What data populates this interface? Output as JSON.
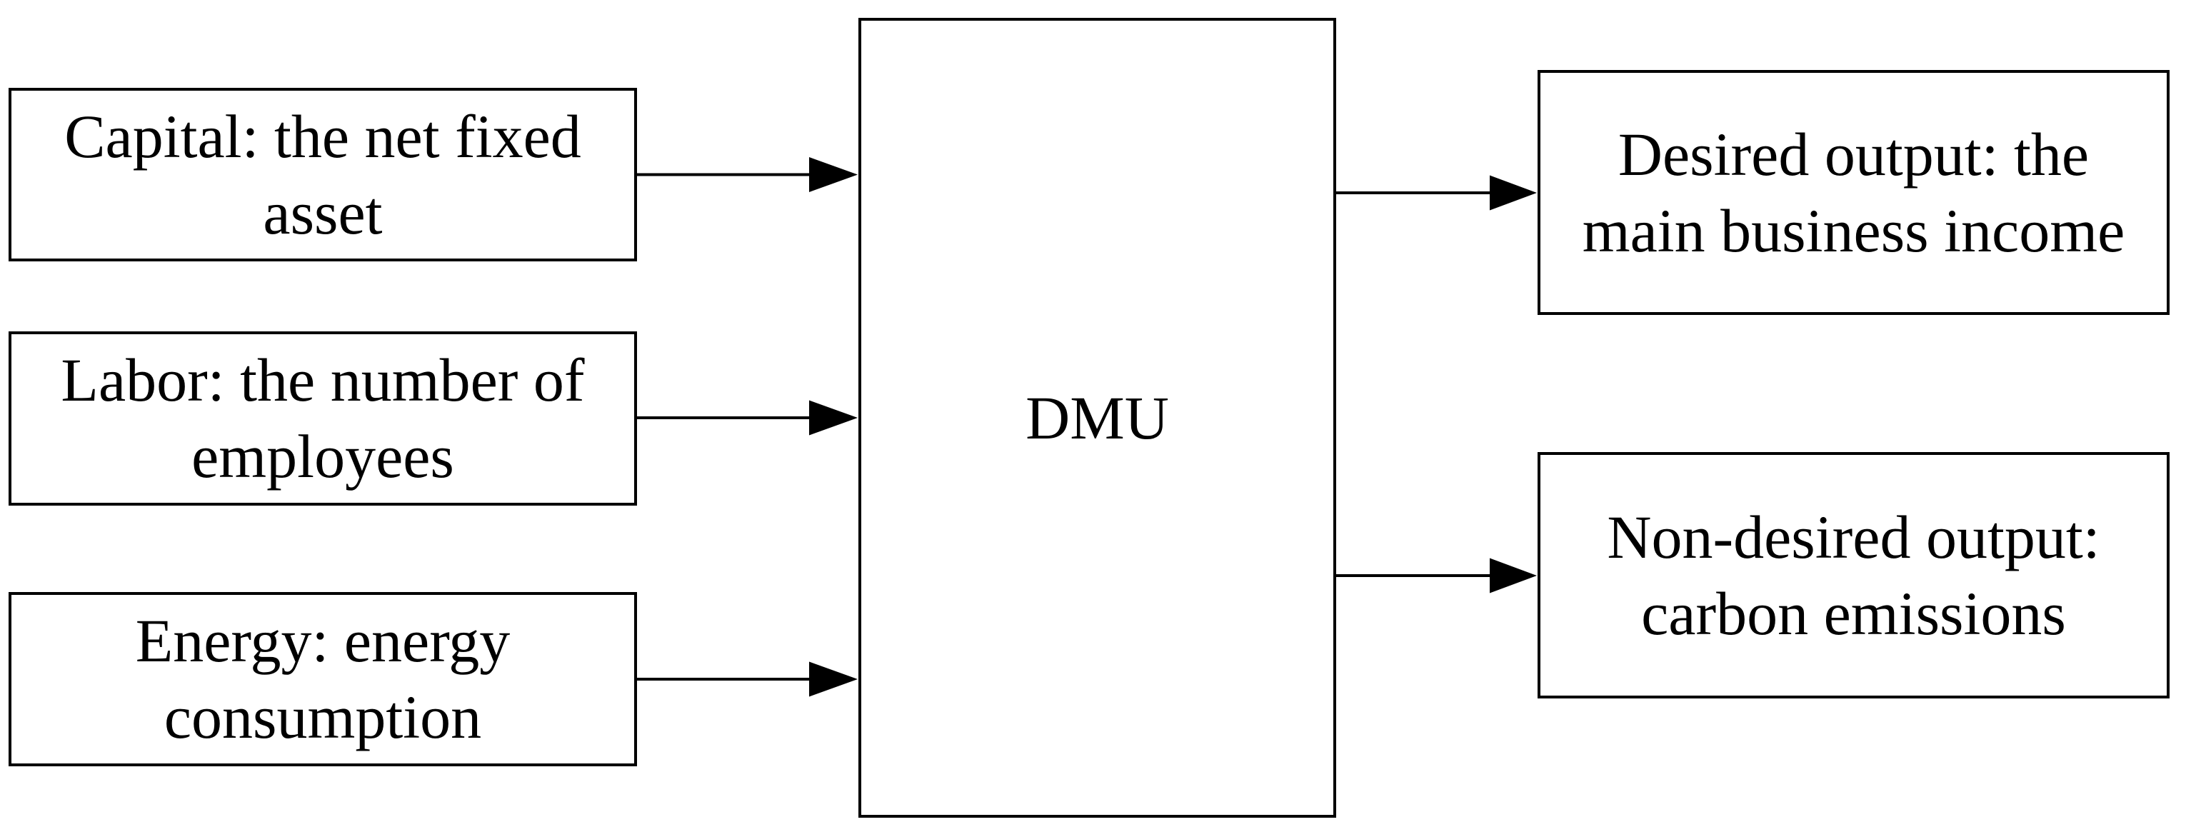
{
  "figure": {
    "background_color": "#ffffff",
    "line_color": "#000000",
    "box_fill_color": "#ffffff",
    "text_color": "#000000",
    "center_node": {
      "id": "dmu",
      "label": "DMU"
    },
    "input_nodes": [
      {
        "id": "capital",
        "label": "Capital: the net fixed\nasset"
      },
      {
        "id": "labor",
        "label": "Labor: the number of\nemployees"
      },
      {
        "id": "energy",
        "label": "Energy: energy\nconsumption"
      }
    ],
    "output_nodes": [
      {
        "id": "desired-output",
        "label": "Desired output: the\nmain business income"
      },
      {
        "id": "non-desired-output",
        "label": "Non-desired output:\ncarbon emissions"
      }
    ],
    "connections": [
      {
        "from": "capital",
        "to": "dmu"
      },
      {
        "from": "labor",
        "to": "dmu"
      },
      {
        "from": "energy",
        "to": "dmu"
      },
      {
        "from": "dmu",
        "to": "desired-output"
      },
      {
        "from": "dmu",
        "to": "non-desired-output"
      }
    ]
  }
}
